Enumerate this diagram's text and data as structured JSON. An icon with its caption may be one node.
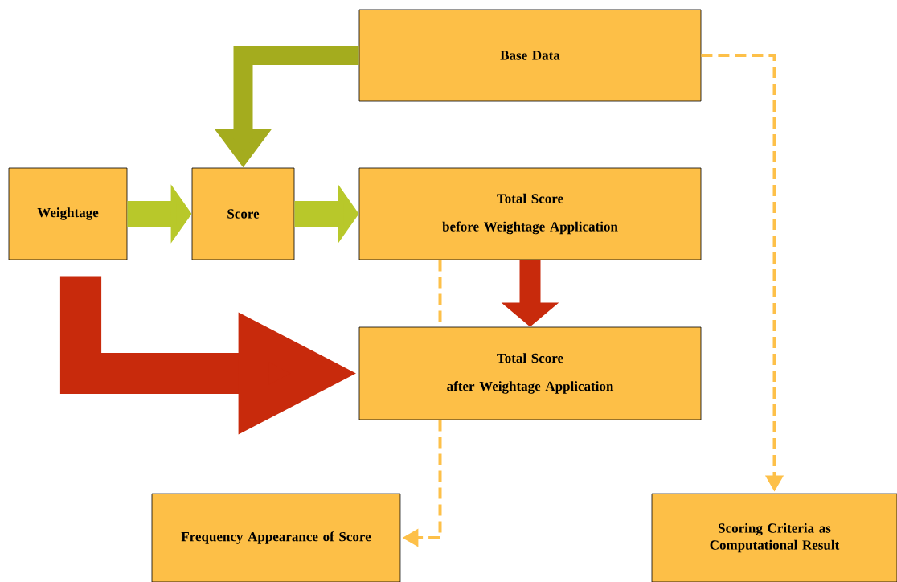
{
  "diagram": {
    "nodes": [
      {
        "text": [
          "Base Data"
        ]
      },
      {
        "text": [
          "Weightage"
        ]
      },
      {
        "text": [
          "Score"
        ]
      },
      {
        "text": [
          "Total Score",
          "before Weightage Application"
        ]
      },
      {
        "text": [
          "Total Score",
          "after Weightage Application"
        ]
      },
      {
        "text": [
          "Frequency Appearance of Score"
        ]
      },
      {
        "text": [
          "Scoring Criteria as Computational Result"
        ]
      }
    ],
    "edges": [
      {
        "from": 0,
        "to": 2,
        "arrow": "to",
        "color": "#a4ac1e"
      },
      {
        "from": 1,
        "to": 2,
        "arrow": "to",
        "color": "#b8c82a"
      },
      {
        "from": 2,
        "to": 3,
        "arrow": "to",
        "color": "#b8c82a"
      },
      {
        "from": 3,
        "to": 4,
        "arrow": "to",
        "color": "#c82a0c"
      },
      {
        "from": 1,
        "to": 4,
        "arrow": "to",
        "style": "thick",
        "color": "#c82a0c"
      },
      {
        "from": 0,
        "to": 6,
        "arrow": "to",
        "style": "dashed",
        "color": "#fdc049"
      },
      {
        "from": 3,
        "to": 4,
        "arrow": "none",
        "style": "dashed",
        "color": "#fdc049"
      },
      {
        "from": 4,
        "to": 5,
        "arrow": "to",
        "style": "dashed",
        "color": "#fdc049"
      }
    ]
  }
}
